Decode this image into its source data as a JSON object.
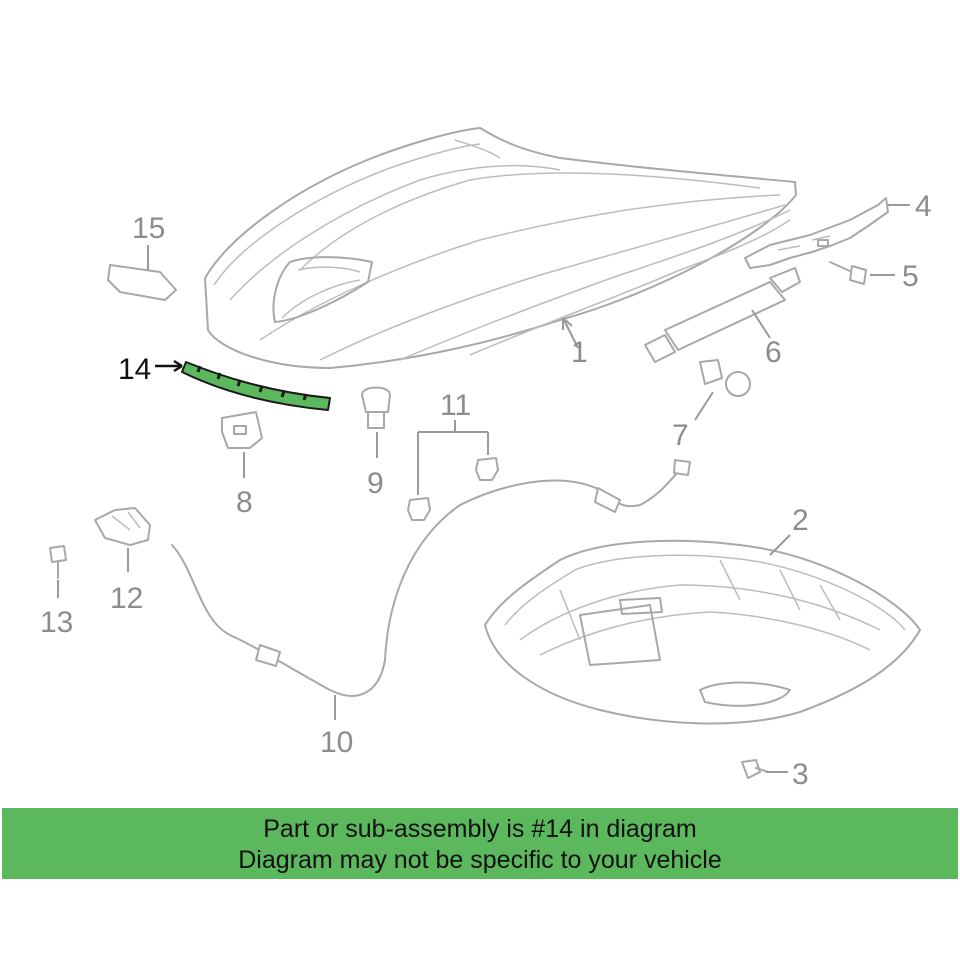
{
  "diagram": {
    "highlight_color": "#5cb85c",
    "callouts": [
      {
        "id": "1",
        "label": "1"
      },
      {
        "id": "2",
        "label": "2"
      },
      {
        "id": "3",
        "label": "3"
      },
      {
        "id": "4",
        "label": "4"
      },
      {
        "id": "5",
        "label": "5"
      },
      {
        "id": "6",
        "label": "6"
      },
      {
        "id": "7",
        "label": "7"
      },
      {
        "id": "8",
        "label": "8"
      },
      {
        "id": "9",
        "label": "9"
      },
      {
        "id": "10",
        "label": "10"
      },
      {
        "id": "11",
        "label": "11"
      },
      {
        "id": "12",
        "label": "12"
      },
      {
        "id": "13",
        "label": "13"
      },
      {
        "id": "14",
        "label": "14"
      },
      {
        "id": "15",
        "label": "15"
      }
    ]
  },
  "banner": {
    "line1": "Part or sub-assembly is #14 in diagram",
    "line2": "Diagram may not be specific to your vehicle",
    "color": "#5cb85c"
  }
}
